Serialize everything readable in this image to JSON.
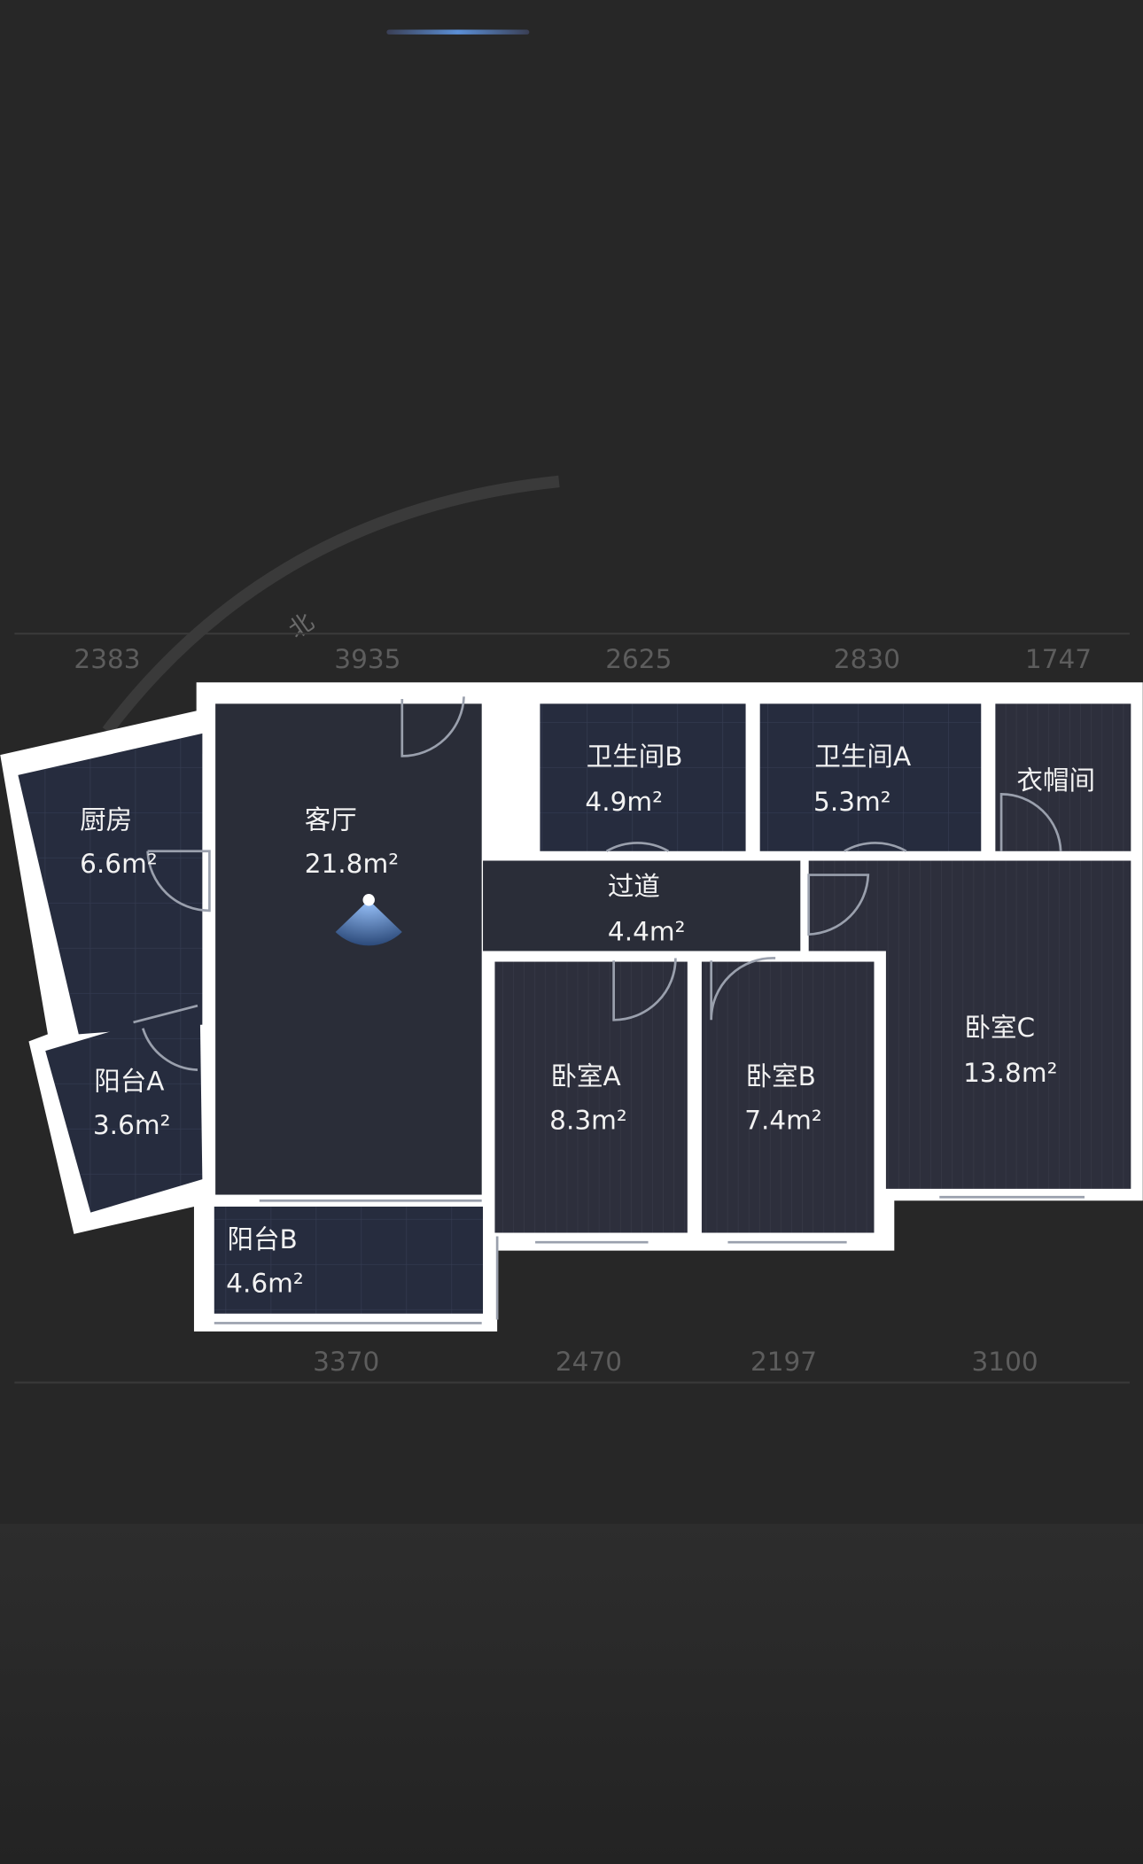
{
  "compass": {
    "north_label": "北"
  },
  "colors": {
    "background": "#272727",
    "wall": "#ffffff",
    "room_fill": "#262c3e",
    "living_fill": "#2a2d38",
    "indicator": "#5b8fd6"
  },
  "dimensions": {
    "top": [
      "2383",
      "3935",
      "2625",
      "2830",
      "1747"
    ],
    "bottom": [
      "3370",
      "2470",
      "2197",
      "3100"
    ]
  },
  "rooms": {
    "kitchen": {
      "name": "厨房",
      "area": "6.6m²"
    },
    "living": {
      "name": "客厅",
      "area": "21.8m²"
    },
    "bath_b": {
      "name": "卫生间B",
      "area": "4.9m²"
    },
    "bath_a": {
      "name": "卫生间A",
      "area": "5.3m²"
    },
    "closet": {
      "name": "衣帽间"
    },
    "corridor": {
      "name": "过道",
      "area": "4.4m²"
    },
    "balcony_a": {
      "name": "阳台A",
      "area": "3.6m²"
    },
    "bedroom_a": {
      "name": "卧室A",
      "area": "8.3m²"
    },
    "bedroom_b": {
      "name": "卧室B",
      "area": "7.4m²"
    },
    "bedroom_c": {
      "name": "卧室C",
      "area": "13.8m²"
    },
    "balcony_b": {
      "name": "阳台B",
      "area": "4.6m²"
    }
  }
}
